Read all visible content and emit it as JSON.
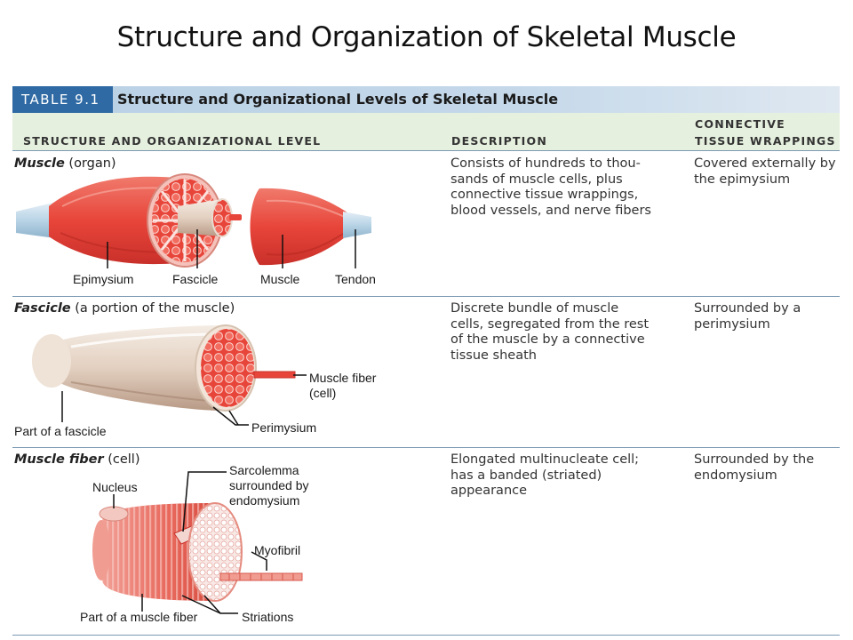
{
  "slide": {
    "title": "Structure and Organization of Skeletal Muscle"
  },
  "table": {
    "label": "TABLE 9.1",
    "title": "Structure and Organizational Levels of Skeletal Muscle",
    "headers": {
      "structure": "STRUCTURE AND ORGANIZATIONAL LEVEL",
      "description": "DESCRIPTION",
      "connective_line1": "CONNECTIVE",
      "connective_line2": "TISSUE WRAPPINGS"
    },
    "rows": [
      {
        "name": "Muscle",
        "qualifier": "(organ)",
        "description": [
          "Consists of hundreds to thou-",
          "sands of muscle cells, plus",
          "connective tissue wrappings,",
          "blood vessels, and nerve fibers"
        ],
        "connective": [
          "Covered externally by",
          "the epimysium"
        ],
        "labels": {
          "epimysium": "Epimysium",
          "fascicle": "Fascicle",
          "muscle": "Muscle",
          "tendon": "Tendon"
        }
      },
      {
        "name": "Fascicle",
        "qualifier": "(a portion of the muscle)",
        "description": [
          "Discrete bundle of muscle",
          "cells, segregated from the rest",
          "of the muscle by a connective",
          "tissue sheath"
        ],
        "connective": [
          "Surrounded by a",
          "perimysium"
        ],
        "labels": {
          "muscle_fiber_1": "Muscle fiber",
          "muscle_fiber_2": "(cell)",
          "part_of_fascicle": "Part of a fascicle",
          "perimysium": "Perimysium"
        }
      },
      {
        "name": "Muscle fiber",
        "qualifier": "(cell)",
        "description": [
          "Elongated multinucleate cell;",
          "has a banded (striated)",
          "appearance"
        ],
        "connective": [
          "Surrounded by the",
          "endomysium"
        ],
        "labels": {
          "nucleus": "Nucleus",
          "sarcolemma_1": "Sarcolemma",
          "sarcolemma_2": "surrounded by",
          "sarcolemma_3": "endomysium",
          "myofibril": "Myofibril",
          "part_of_fiber": "Part of a muscle fiber",
          "striations": "Striations"
        }
      }
    ]
  },
  "colors": {
    "table_label_bg": "#2f6aa4",
    "banner_bg": "#c4d8ea",
    "header_band_bg": "#e6f0df",
    "rule": "#7c9ab4",
    "muscle_red": "#e8453a",
    "tendon_blue": "#b8d4e6",
    "fascicle_tan": "#e9dcd0"
  },
  "icons": [
    "muscle-organ-illustration",
    "fascicle-illustration",
    "muscle-fiber-illustration"
  ]
}
